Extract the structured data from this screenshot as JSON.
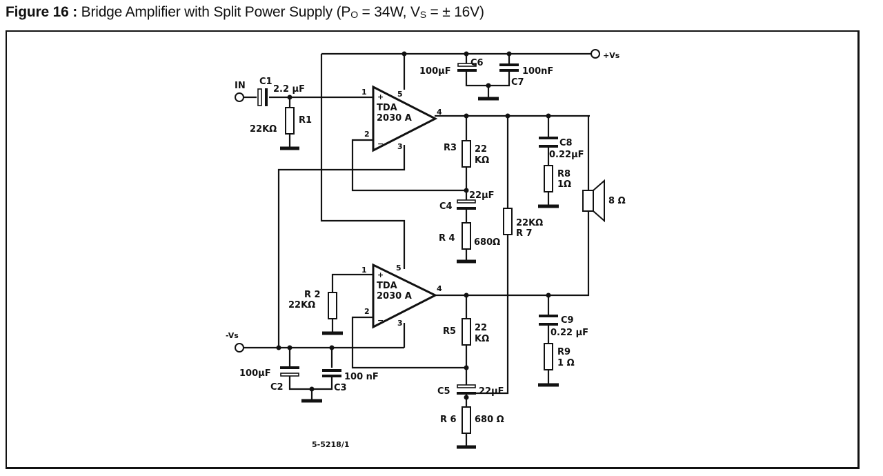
{
  "caption": {
    "figure_label": "Figure 16 :",
    "title_prefix": "Bridge Amplifier with Split Power Supply (P",
    "po_sub": "O",
    "mid": " = 34W, V",
    "vs_sub": "S",
    "title_suffix": " = ± 16V)"
  },
  "schematic": {
    "input_label": "IN",
    "pos_supply_label": "+Vs",
    "neg_supply_label": "-Vs",
    "drawing_code": "5-5218/1",
    "amplifiers": [
      {
        "id": "IC1",
        "line1": "TDA",
        "line2": "2030 A",
        "pins": {
          "in_plus": "1",
          "in_minus": "2",
          "gnd": "3",
          "out": "4",
          "vcc": "5"
        },
        "plus_sign": "+",
        "minus_sign": "−"
      },
      {
        "id": "IC2",
        "line1": "TDA",
        "line2": "2030 A",
        "pins": {
          "in_plus": "1",
          "in_minus": "2",
          "gnd": "3",
          "out": "4",
          "vcc": "5"
        },
        "plus_sign": "+",
        "minus_sign": "−"
      }
    ],
    "components": {
      "C1": {
        "ref": "C1",
        "value": "2.2 µF"
      },
      "R1": {
        "ref": "R1",
        "value": "22KΩ"
      },
      "C6": {
        "ref": "C6",
        "value": "100µF"
      },
      "C7": {
        "ref": "C7",
        "value": "100nF"
      },
      "R3": {
        "ref": "R3",
        "value_a": "22",
        "value_b": "KΩ"
      },
      "C4": {
        "ref": "C4",
        "value": "22µF"
      },
      "R4": {
        "ref": "R 4",
        "value": "680Ω"
      },
      "R7": {
        "ref": "R 7",
        "value": "22KΩ"
      },
      "C8": {
        "ref": "C8",
        "value": "0.22µF"
      },
      "R8": {
        "ref": "R8",
        "value": "1Ω"
      },
      "SPK": {
        "ref": "speaker",
        "value": "8 Ω"
      },
      "R2": {
        "ref": "R 2",
        "value": "22KΩ"
      },
      "C2": {
        "ref": "C2",
        "value": "100µF"
      },
      "C3": {
        "ref": "C3",
        "value": "100 nF"
      },
      "R5": {
        "ref": "R5",
        "value_a": "22",
        "value_b": "KΩ"
      },
      "C5": {
        "ref": "C5",
        "value": "22µF"
      },
      "R6": {
        "ref": "R 6",
        "value": "680 Ω"
      },
      "C9": {
        "ref": "C9",
        "value": "0.22 µF"
      },
      "R9": {
        "ref": "R9",
        "value": "1 Ω"
      }
    }
  }
}
